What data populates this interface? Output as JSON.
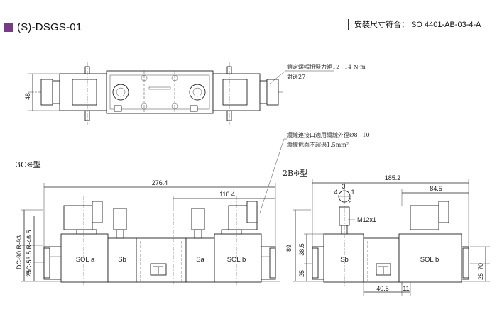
{
  "header": {
    "model": "(S)-DSGS-01",
    "standard": "安裝尺寸符合：ISO 4401-AB-03-4-A"
  },
  "notes": {
    "torque": "鎖定螺帽扭緊力矩12~14 N·m",
    "wrench": "對邊27",
    "cable": "纜線連接口適用纜線外徑Ø8~10",
    "section": "纜線截面不超過1.5mm²"
  },
  "views": {
    "view_3c": "3C※型",
    "view_2b": "2B※型"
  },
  "dimensions": {
    "top_height": "48",
    "overall_3c": "276.4",
    "half_3c": "116.4",
    "overall_2b": "185.2",
    "half_2b": "84.5",
    "side_dc90": "DC-90  R-93",
    "side_dc53": "DC-53.5  R-46.5",
    "base_25_left": "25",
    "h_89": "89",
    "h_38_5": "38.5",
    "base_25_2b": "25",
    "w_40_5": "40.5",
    "w_11": "11",
    "right_70": "70",
    "right_25": "25",
    "thread": "M12x1"
  },
  "labels": {
    "sol_a": "SOL a",
    "sb": "Sb",
    "sa": "Sa",
    "sol_b": "SOL b",
    "sb_2b": "Sb",
    "sol_b_2b": "SOL b",
    "pin_1": "1",
    "pin_2": "2",
    "pin_3": "3",
    "pin_4": "4"
  }
}
